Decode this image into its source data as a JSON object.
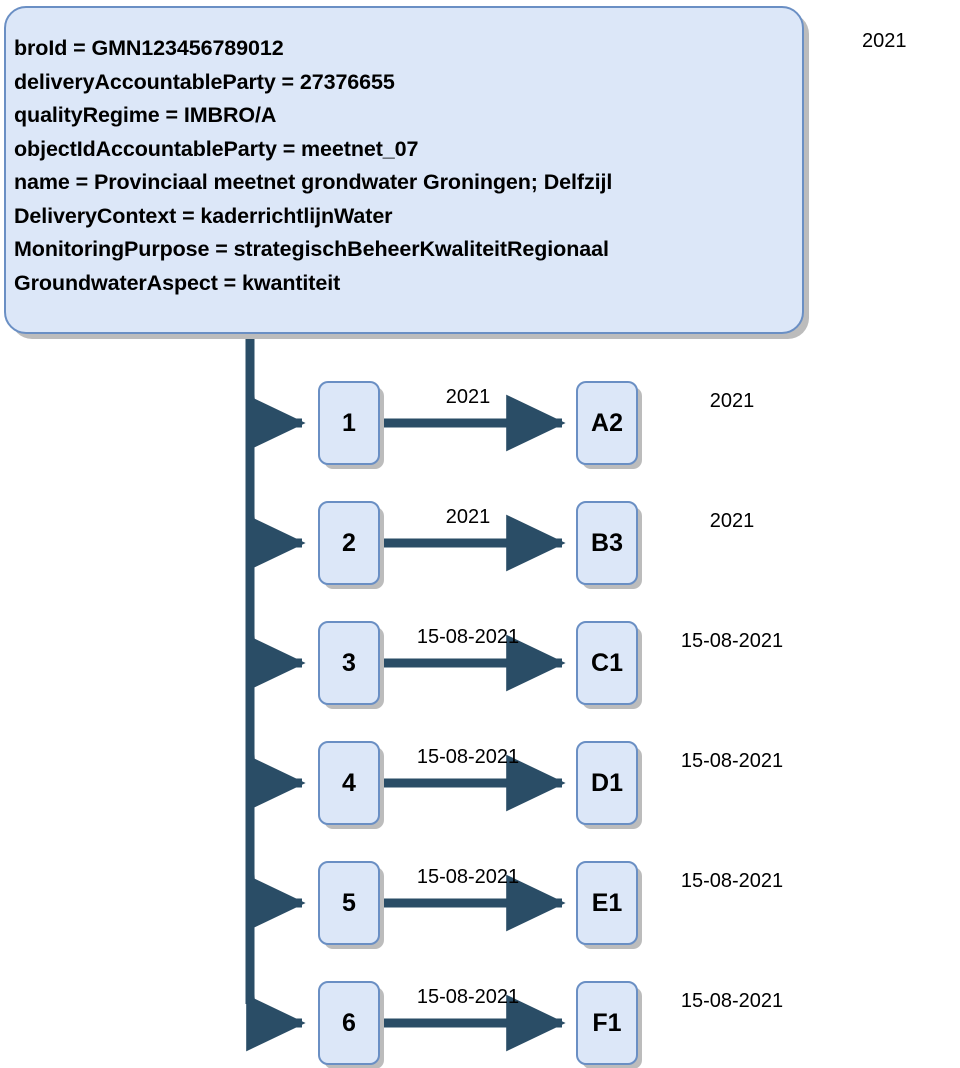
{
  "diagram": {
    "main_box": {
      "attributes": [
        "broId = GMN123456789012",
        "deliveryAccountableParty = 27376655",
        "qualityRegime = IMBRO/A",
        "objectIdAccountableParty = meetnet_07",
        "name = Provinciaal meetnet grondwater Groningen; Delfzijl",
        "DeliveryContext = kaderrichtlijnWater",
        "MonitoringPurpose = strategischBeheerKwaliteitRegionaal",
        "GroundwaterAspect = kwantiteit"
      ],
      "fill_color": "#dce7f8",
      "border_color": "#6a8fc4"
    },
    "corner_label": "2021",
    "connector_color": "#2a4d66",
    "rows": [
      {
        "left_label": "1",
        "edge_label": "2021",
        "right_label": "A2",
        "side_label": "2021"
      },
      {
        "left_label": "2",
        "edge_label": "2021",
        "right_label": "B3",
        "side_label": "2021"
      },
      {
        "left_label": "3",
        "edge_label": "15-08-2021",
        "right_label": "C1",
        "side_label": "15-08-2021"
      },
      {
        "left_label": "4",
        "edge_label": "15-08-2021",
        "right_label": "D1",
        "side_label": "15-08-2021"
      },
      {
        "left_label": "5",
        "edge_label": "15-08-2021",
        "right_label": "E1",
        "side_label": "15-08-2021"
      },
      {
        "left_label": "6",
        "edge_label": "15-08-2021",
        "right_label": "F1",
        "side_label": "15-08-2021"
      }
    ]
  }
}
